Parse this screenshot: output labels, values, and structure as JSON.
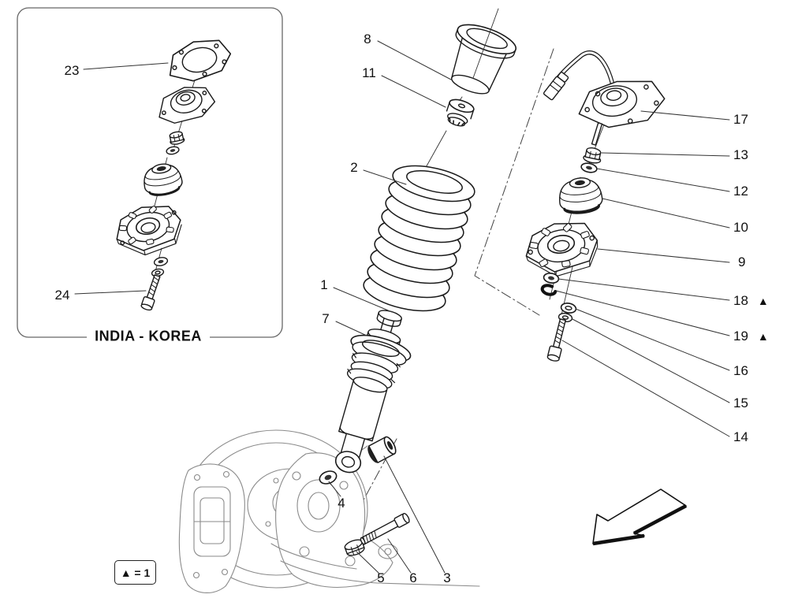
{
  "title": "Shock absorber components exploded parts diagram",
  "colors": {
    "ink": "#1a1a1a",
    "background_art": "#8a8a8a",
    "page": "#ffffff"
  },
  "inset": {
    "caption": "INDIA - KOREA"
  },
  "legend": {
    "text": "▲ = 1"
  },
  "callouts": [
    {
      "num": "8"
    },
    {
      "num": "11"
    },
    {
      "num": "2"
    },
    {
      "num": "1"
    },
    {
      "num": "7"
    },
    {
      "num": "23"
    },
    {
      "num": "24"
    },
    {
      "num": "4"
    },
    {
      "num": "5"
    },
    {
      "num": "6"
    },
    {
      "num": "3"
    },
    {
      "num": "17"
    },
    {
      "num": "13"
    },
    {
      "num": "12"
    },
    {
      "num": "10"
    },
    {
      "num": "9"
    },
    {
      "num": "18",
      "marker": "▲"
    },
    {
      "num": "19",
      "marker": "▲"
    },
    {
      "num": "16"
    },
    {
      "num": "15"
    },
    {
      "num": "14"
    }
  ]
}
